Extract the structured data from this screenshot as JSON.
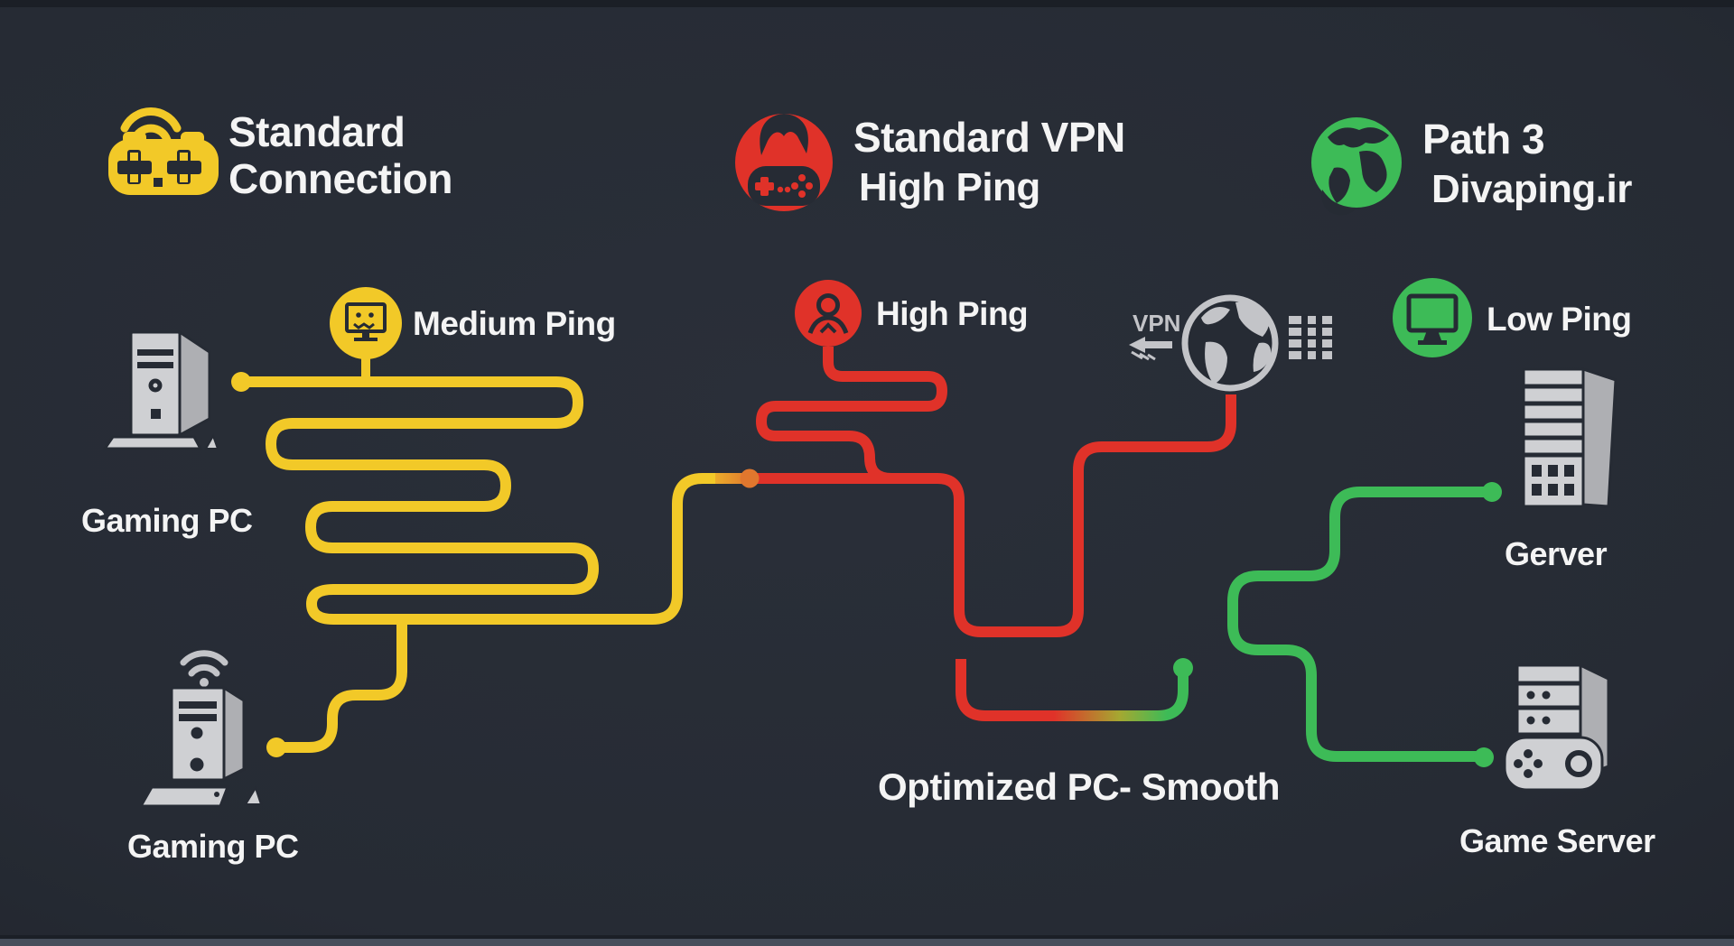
{
  "colors": {
    "background": "#262b34",
    "yellow": "#f2c928",
    "red": "#e03229",
    "green": "#3dbb57",
    "orange_junction": "#e0772e",
    "icon_gray": "#cfd0d3",
    "icon_gray_dark": "#aeafb3",
    "detail_dark": "#262b34",
    "text": "#f4f4f4",
    "vpn_gray": "#c3c4c8"
  },
  "headers": [
    {
      "icon": "gamepad-wifi-icon",
      "line1": "Standard",
      "line2": "Connection",
      "color": "#f2c928"
    },
    {
      "icon": "vpn-gamepad-badge-icon",
      "line1": "Standard VPN",
      "line2": "High Ping",
      "color": "#e03229"
    },
    {
      "icon": "globe-green-icon",
      "line1": "Path 3",
      "line2": "Divaping.ir",
      "color": "#3dbb57"
    }
  ],
  "ping_labels": {
    "medium": {
      "label": "Medium Ping",
      "icon": "monitor-face-icon",
      "color": "#f2c928"
    },
    "high": {
      "label": "High Ping",
      "icon": "person-icon",
      "color": "#e03229"
    },
    "low": {
      "label": "Low Ping",
      "icon": "monitor-icon",
      "color": "#3dbb57"
    }
  },
  "nodes": {
    "gaming_pc_top": {
      "label": "Gaming PC",
      "icon": "desktop-tower-icon"
    },
    "gaming_pc_bottom": {
      "label": "Gaming PC",
      "icon": "desktop-tower-wifi-icon"
    },
    "gerver": {
      "label": "Gerver",
      "icon": "server-rack-icon"
    },
    "game_server": {
      "label": "Game Server",
      "icon": "server-rack-gamepad-icon"
    },
    "vpn_gateway": {
      "label": "VPN",
      "icon": "globe-gray-icon"
    }
  },
  "caption": "Optimized PC- Smooth",
  "connections": [
    {
      "name": "standard-connection",
      "color": "#f2c928",
      "route": "Gaming PC (top & bottom) winding to junction dot"
    },
    {
      "name": "standard-vpn",
      "color": "#e03229",
      "route": "High Ping zigzag joining junction, up to VPN globe"
    },
    {
      "name": "vpn-exit",
      "color": "#e03229 to #3dbb57",
      "route": "VPN globe down to Optimized PC- Smooth endpoint"
    },
    {
      "name": "path-3",
      "color": "#3dbb57",
      "route": "Gerver winding down to Game Server"
    }
  ]
}
